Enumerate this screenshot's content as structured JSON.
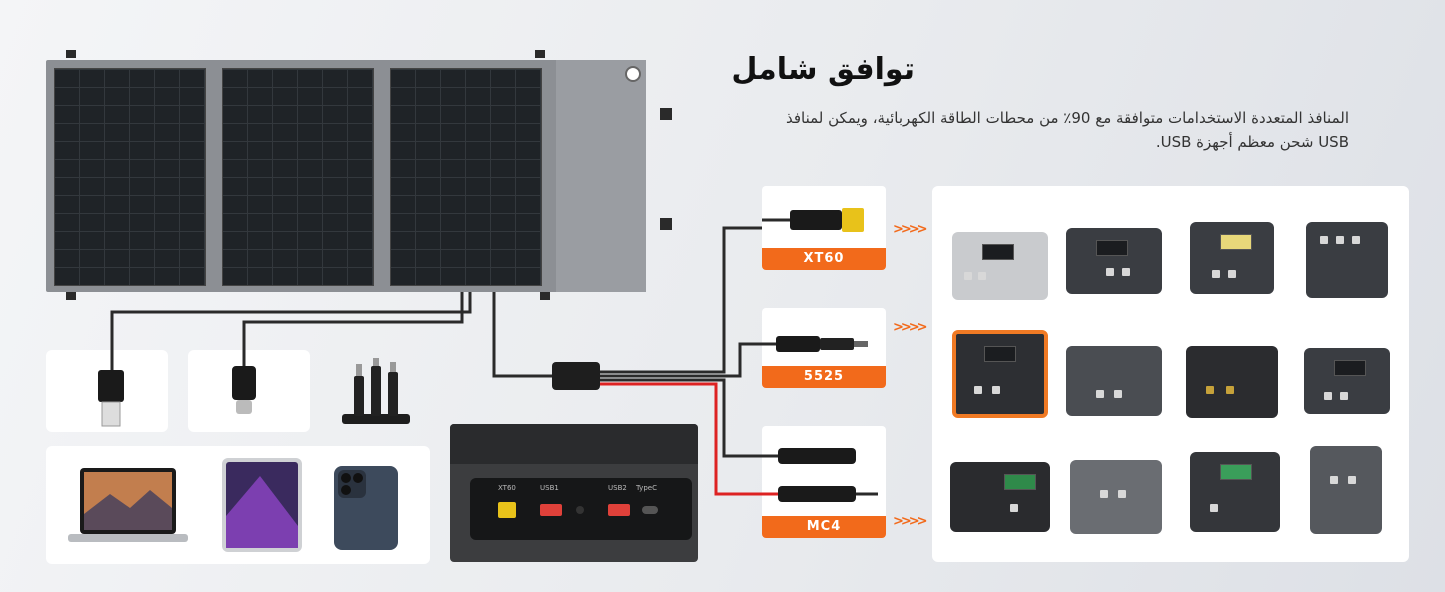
{
  "header": {
    "title": "توافق شامل",
    "subtitle_line1": "المنافذ المتعددة الاستخدامات متوافقة مع 90٪ من محطات الطاقة الكهربائية، ويمكن لمنافذ",
    "subtitle_line2": "USB شحن معظم أجهزة USB."
  },
  "connectors": [
    {
      "label": "XT60"
    },
    {
      "label": "5525"
    },
    {
      "label": "MC4"
    }
  ],
  "arrows": ">>>>",
  "junction_box": {
    "ports": [
      "XT60",
      "USB1",
      "USB2",
      "TypeC"
    ]
  },
  "colors": {
    "accent": "#f26a1b",
    "panel": "#1f2327",
    "fabric": "#8c8f94"
  },
  "icons": [
    "usb-a-plug-icon",
    "usb-c-plug-icon",
    "dc-adapter-tips-icon",
    "laptop-icon",
    "tablet-icon",
    "smartphone-icon"
  ]
}
